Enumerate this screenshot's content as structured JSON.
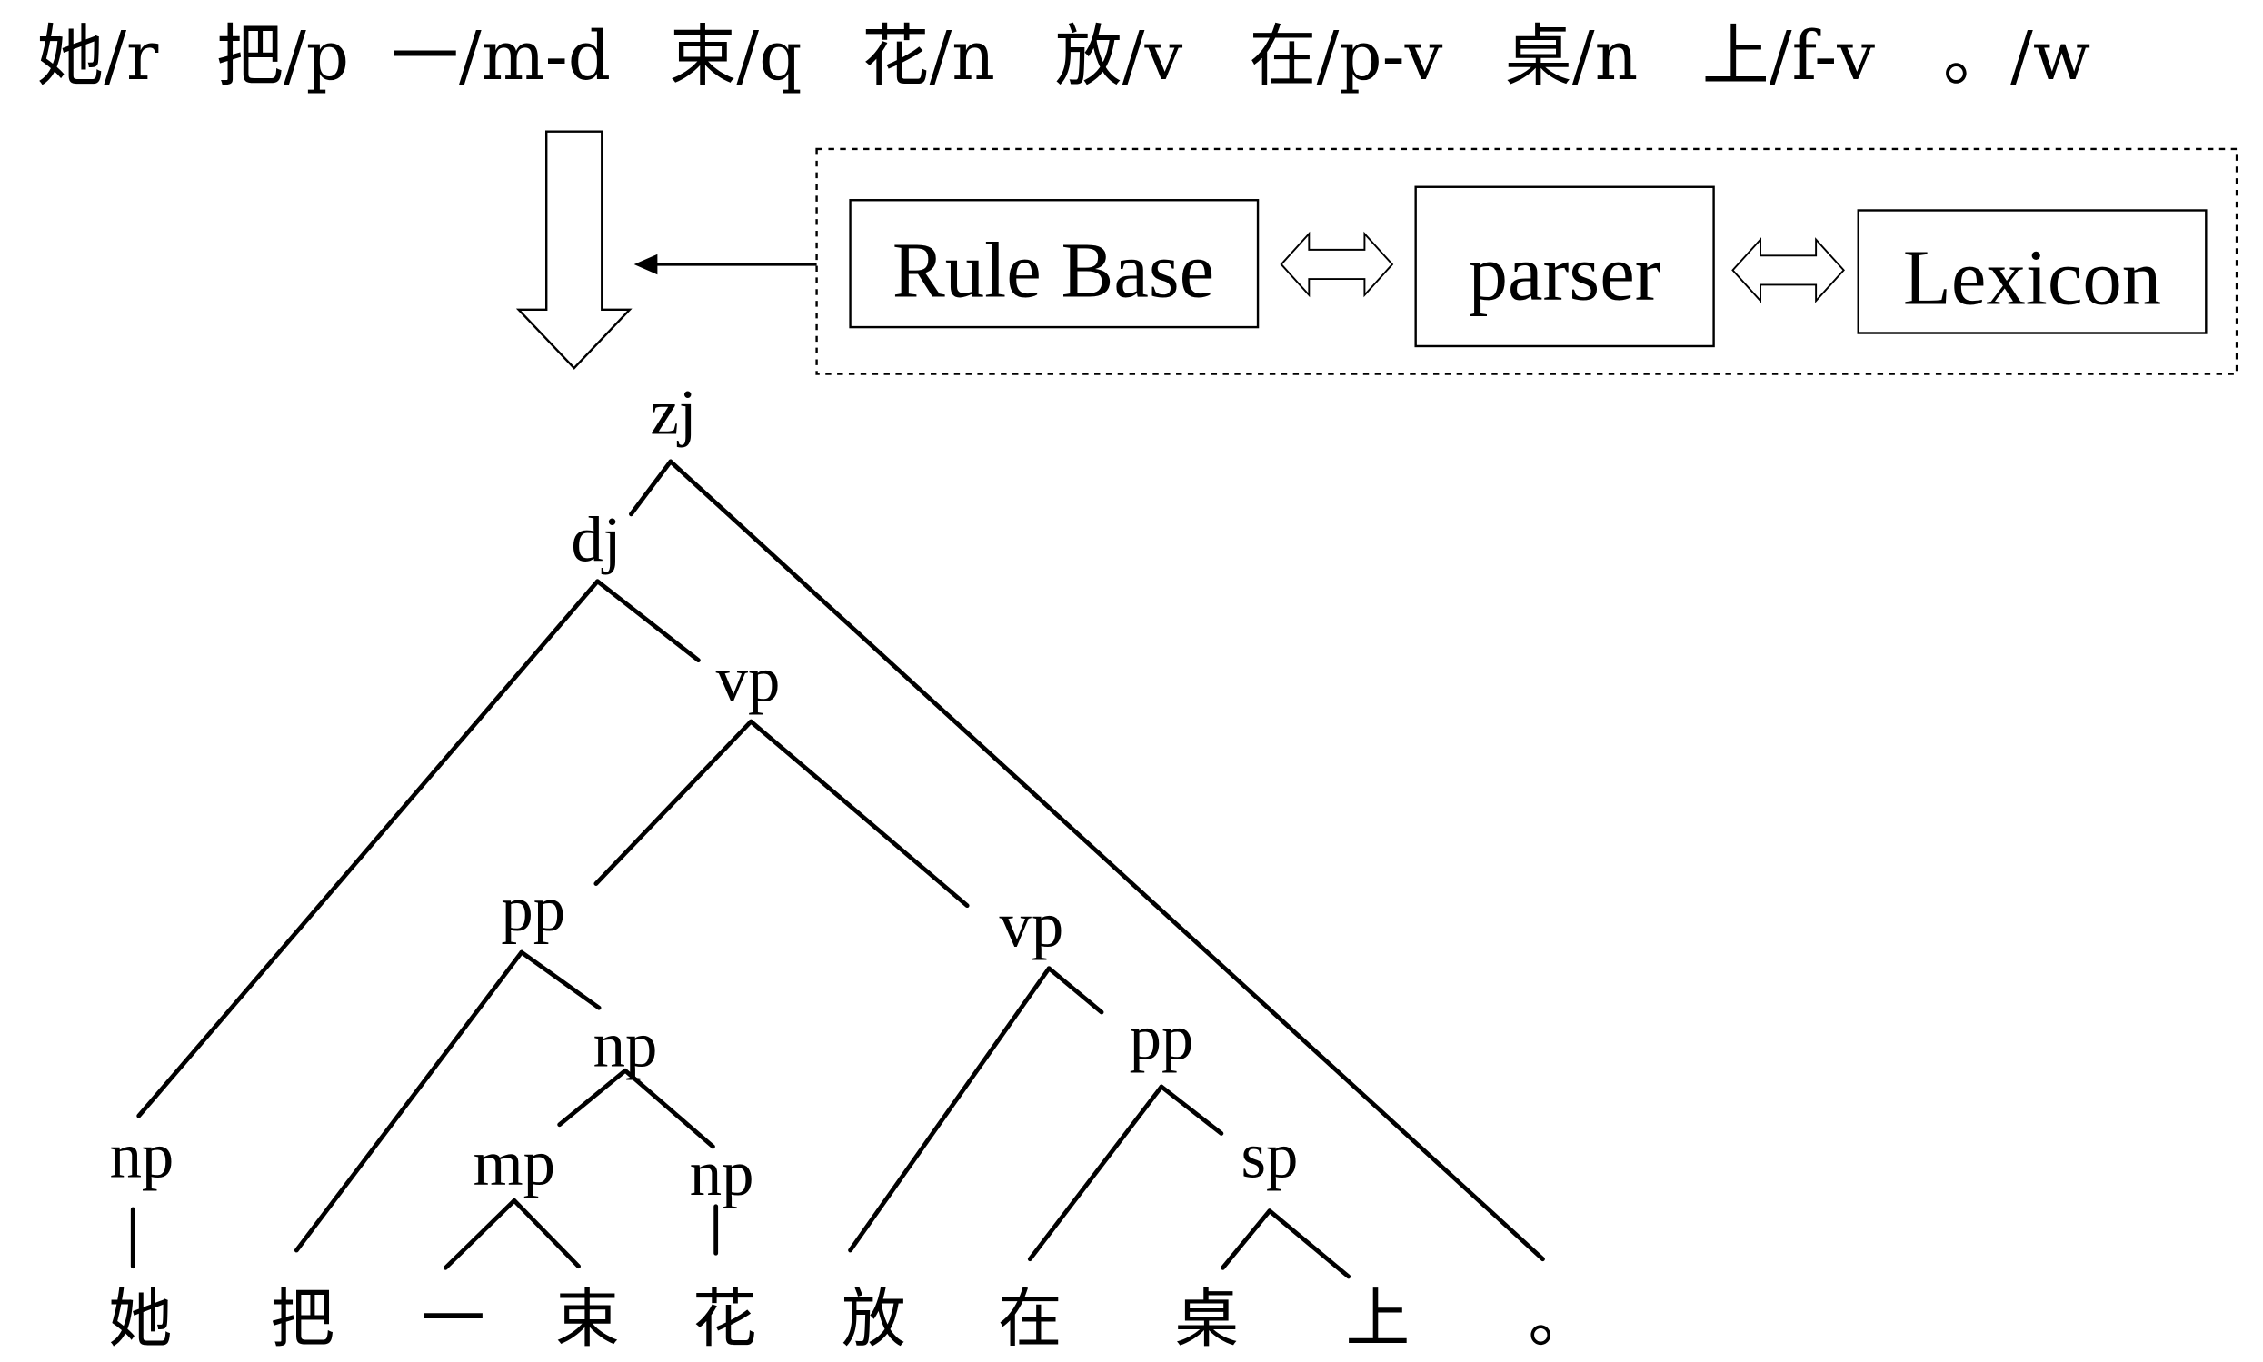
{
  "input_tokens": [
    "她/r",
    "把/p",
    "一/m-d",
    "束/q",
    "花/n",
    "放/v",
    "在/p-v",
    "桌/n",
    "上/f-v",
    "。/w"
  ],
  "system": {
    "rule_base": "Rule Base",
    "parser": "parser",
    "lexicon": "Lexicon"
  },
  "tree": {
    "labels": {
      "zj": "zj",
      "dj": "dj",
      "vp1": "vp",
      "pp1": "pp",
      "vp2": "vp",
      "pp2": "pp",
      "np_subj": "np",
      "np_obj": "np",
      "mp": "mp",
      "np_flower": "np",
      "sp": "sp"
    },
    "leaves": [
      "她",
      "把",
      "一",
      "束",
      "花",
      "放",
      "在",
      "桌",
      "上",
      "。"
    ]
  },
  "colors": {
    "ink": "#000000",
    "background": "#ffffff"
  }
}
